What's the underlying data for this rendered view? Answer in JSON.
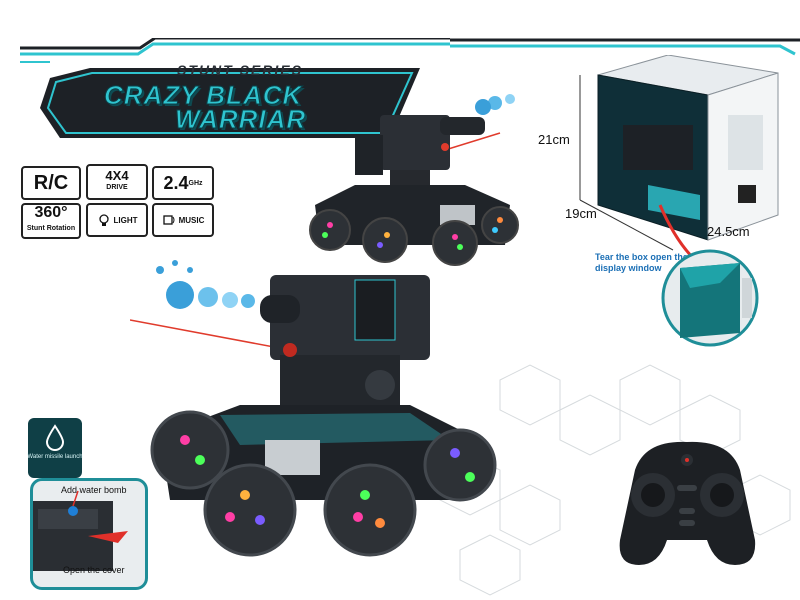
{
  "banner": {
    "series": "STUNT SERIES",
    "title_line1": "CRAZY BLACK",
    "title_line2": "WARRIAR"
  },
  "badges": {
    "rc": "R/C",
    "drive_top": "4X4",
    "drive_bottom": "DRIVE",
    "ghz_value": "2.4",
    "ghz_unit": "GHz",
    "rotation_value": "360°",
    "rotation_label": "Stunt Rotation",
    "light": "LIGHT",
    "music": "MUSIC"
  },
  "box_dimensions": {
    "height": "21cm",
    "depth": "19cm",
    "width": "24.5cm"
  },
  "box_note": "Tear the box open the display window",
  "water_missile": {
    "label": "Water missile launch"
  },
  "cover_panel": {
    "add_label": "Add water bomb",
    "open_label": "Open the cover"
  },
  "colors": {
    "accent": "#2fc4cf",
    "dark": "#1d2126",
    "teal_dark": "#0f3f46"
  }
}
